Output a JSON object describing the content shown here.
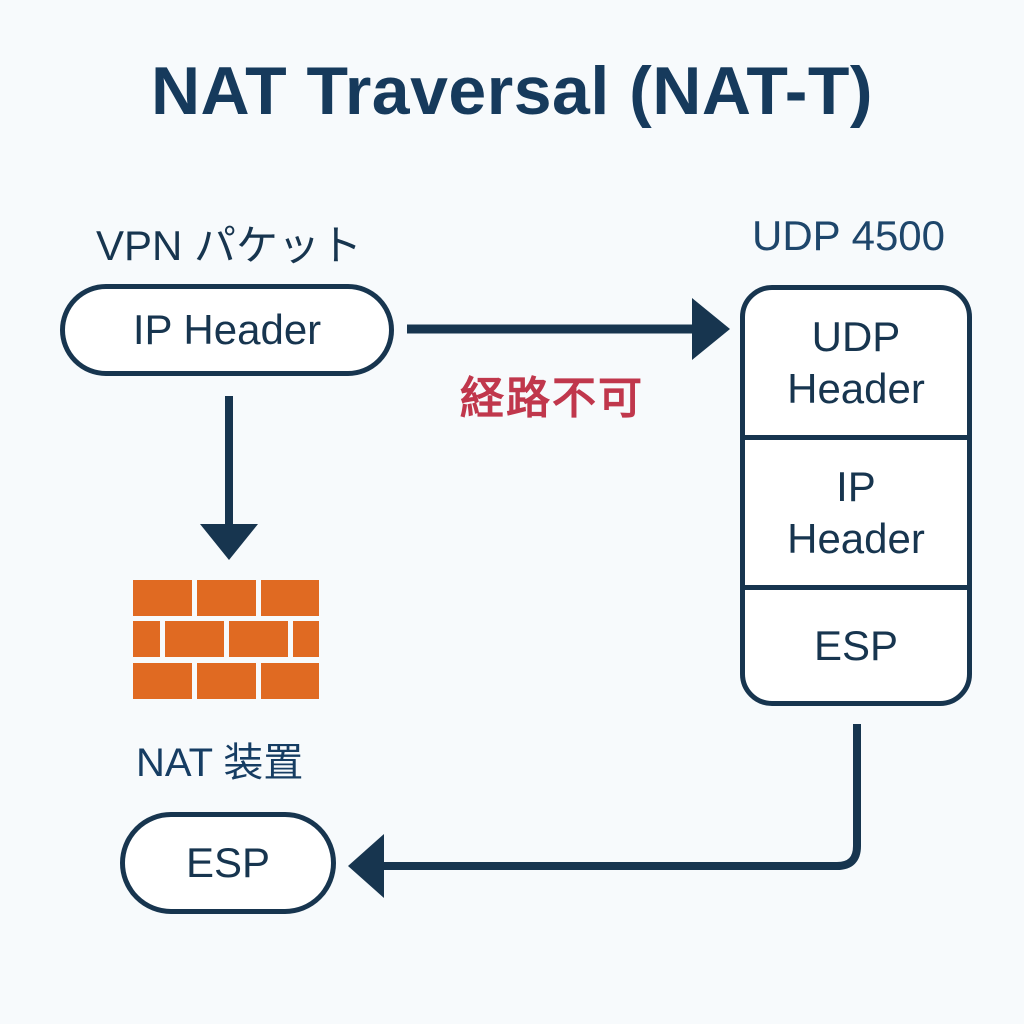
{
  "title": "NAT Traversal (NAT-T)",
  "left": {
    "packet_label": "VPN パケット",
    "packet_box": "IP Header",
    "nat_device_label": "NAT 装置",
    "nat_device_icon": "brick-wall-icon",
    "result_box": "ESP"
  },
  "middle": {
    "blocked_label": "経路不可"
  },
  "right": {
    "port_label": "UDP 4500",
    "stack": [
      {
        "line1": "UDP",
        "line2": "Header"
      },
      {
        "line1": "IP",
        "line2": "Header"
      },
      {
        "line1": "ESP",
        "line2": ""
      }
    ]
  },
  "colors": {
    "primary": "#17354f",
    "title": "#163a5c",
    "blocked": "#c0374c",
    "wall": "#e06a22",
    "background": "#f7fafc"
  }
}
